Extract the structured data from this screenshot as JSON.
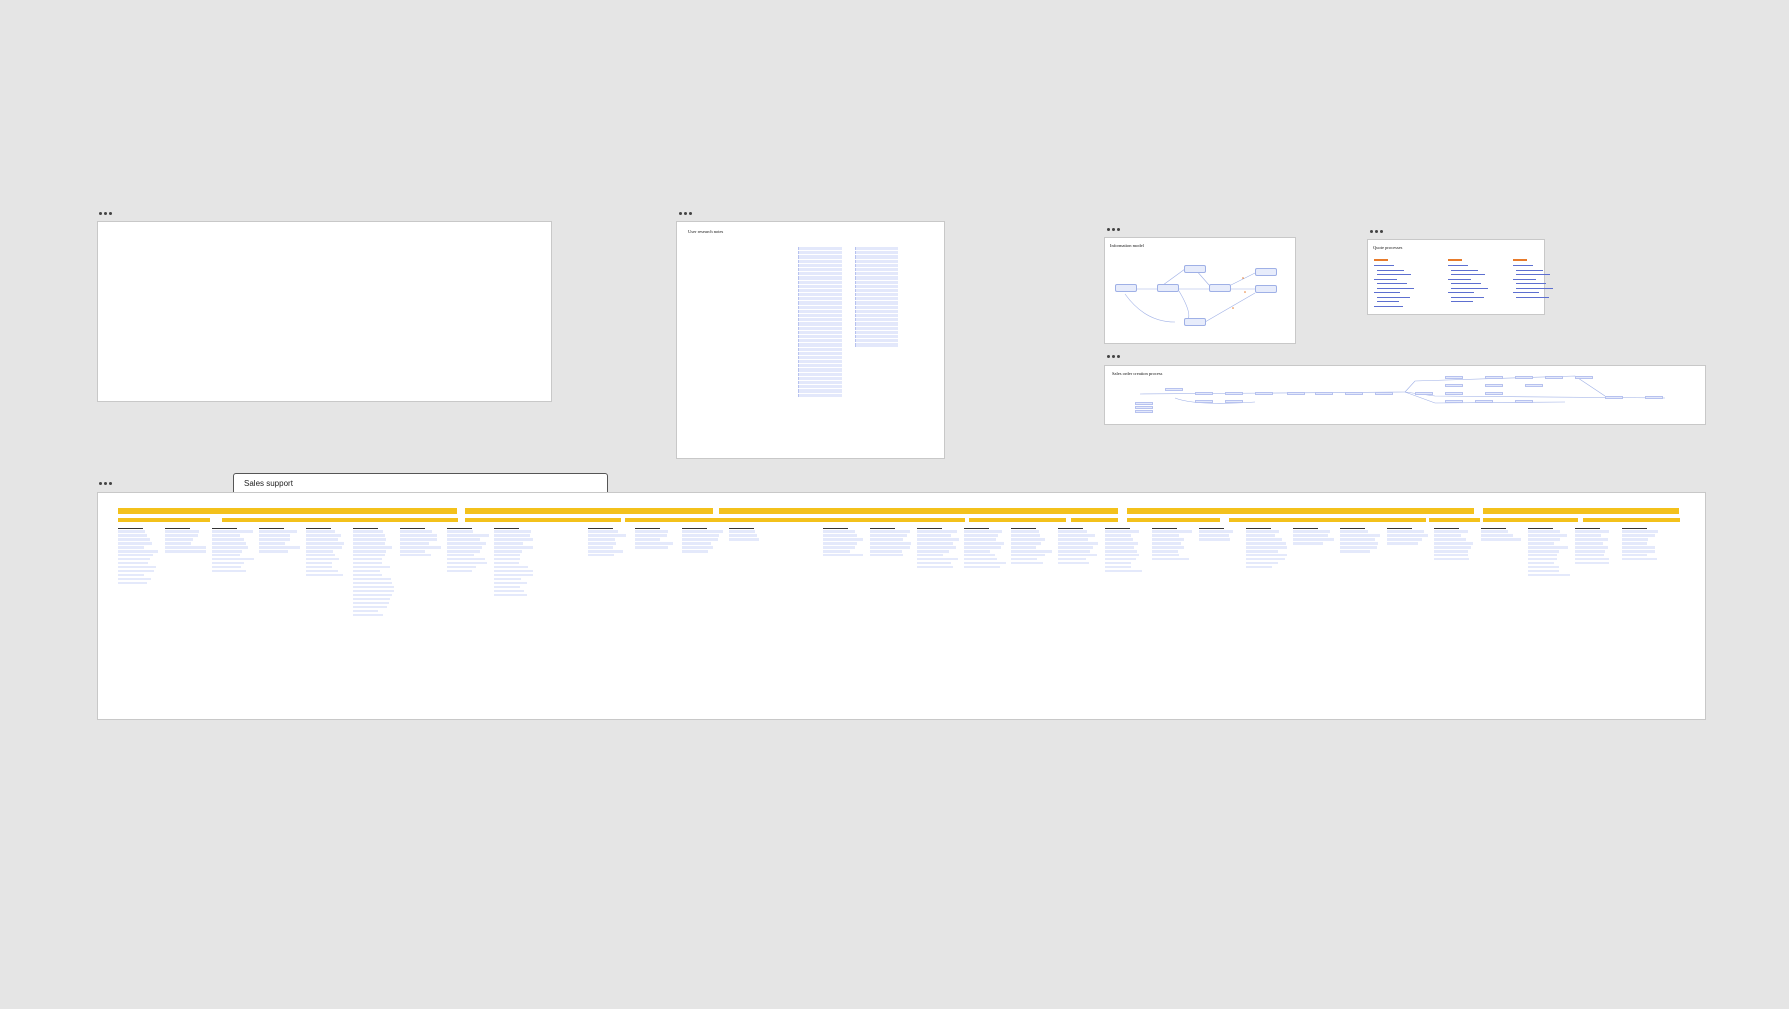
{
  "frames": {
    "sales_support": {
      "title": "Sales support"
    },
    "user_research": {
      "title": "User research notes"
    },
    "information_model": {
      "title": "Information model"
    },
    "quote_processes": {
      "title": "Quote processes"
    },
    "sales_order_creation": {
      "title": "Sales order creation process"
    }
  },
  "colors": {
    "canvas": "#e5e5e5",
    "frame": "#ffffff",
    "sticky_yellow": "#f3c11b",
    "sticky_blue": "#e4e9fb",
    "mark_navy": "#27305e",
    "mark_blue": "#3a55d6",
    "mark_green": "#2fd3a2",
    "mark_orange": "#e77b2b",
    "status_green": "#43c843",
    "status_red": "#e23a3a"
  }
}
